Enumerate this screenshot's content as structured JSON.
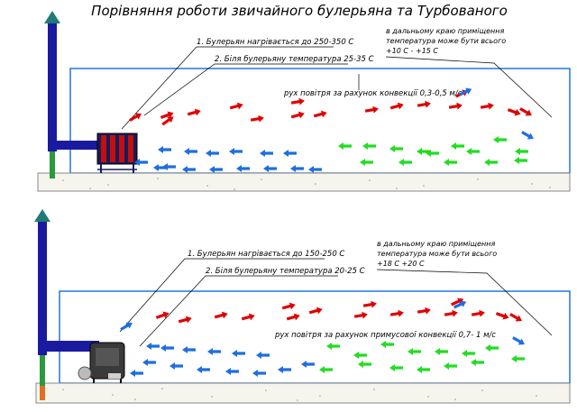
{
  "title": "Порівняння роботи звичайного булерьяна та Турбованого",
  "top_section": {
    "note_heating": "1. Булерьян нагрівається до 250-350 С",
    "note_near_temp": "2. Біля булерьяну температура 25-35 С",
    "note_far_line1": "в дальньому краю приміщення",
    "note_far_line2": "температура може бути всього",
    "note_far_line3": "+10 С - +15 С",
    "note_airflow": "рух повітря за рахунок конвекції 0,3-0,5 м/с"
  },
  "bottom_section": {
    "note_heating": "1. Булерьян нагрівається до 150-250 С",
    "note_near_temp": "2. Біля булерьяну температура 20-25 С",
    "note_far_line1": "в дальньому краю приміщення",
    "note_far_line2": "температура може бути всього",
    "note_far_line3": "+18 С +20 С",
    "note_airflow": "рух повітря за рахунок примусової конвекції 0,7- 1 м/с"
  },
  "colors": {
    "hot_arrow": "#e00000",
    "warm_arrow": "#1e6ee0",
    "cool_arrow": "#22dd22",
    "chimney": "#1a1aa0",
    "chimney_cap": "#1f7a78",
    "room_outline": "#2277dd",
    "floor": "#f5f5ee"
  }
}
